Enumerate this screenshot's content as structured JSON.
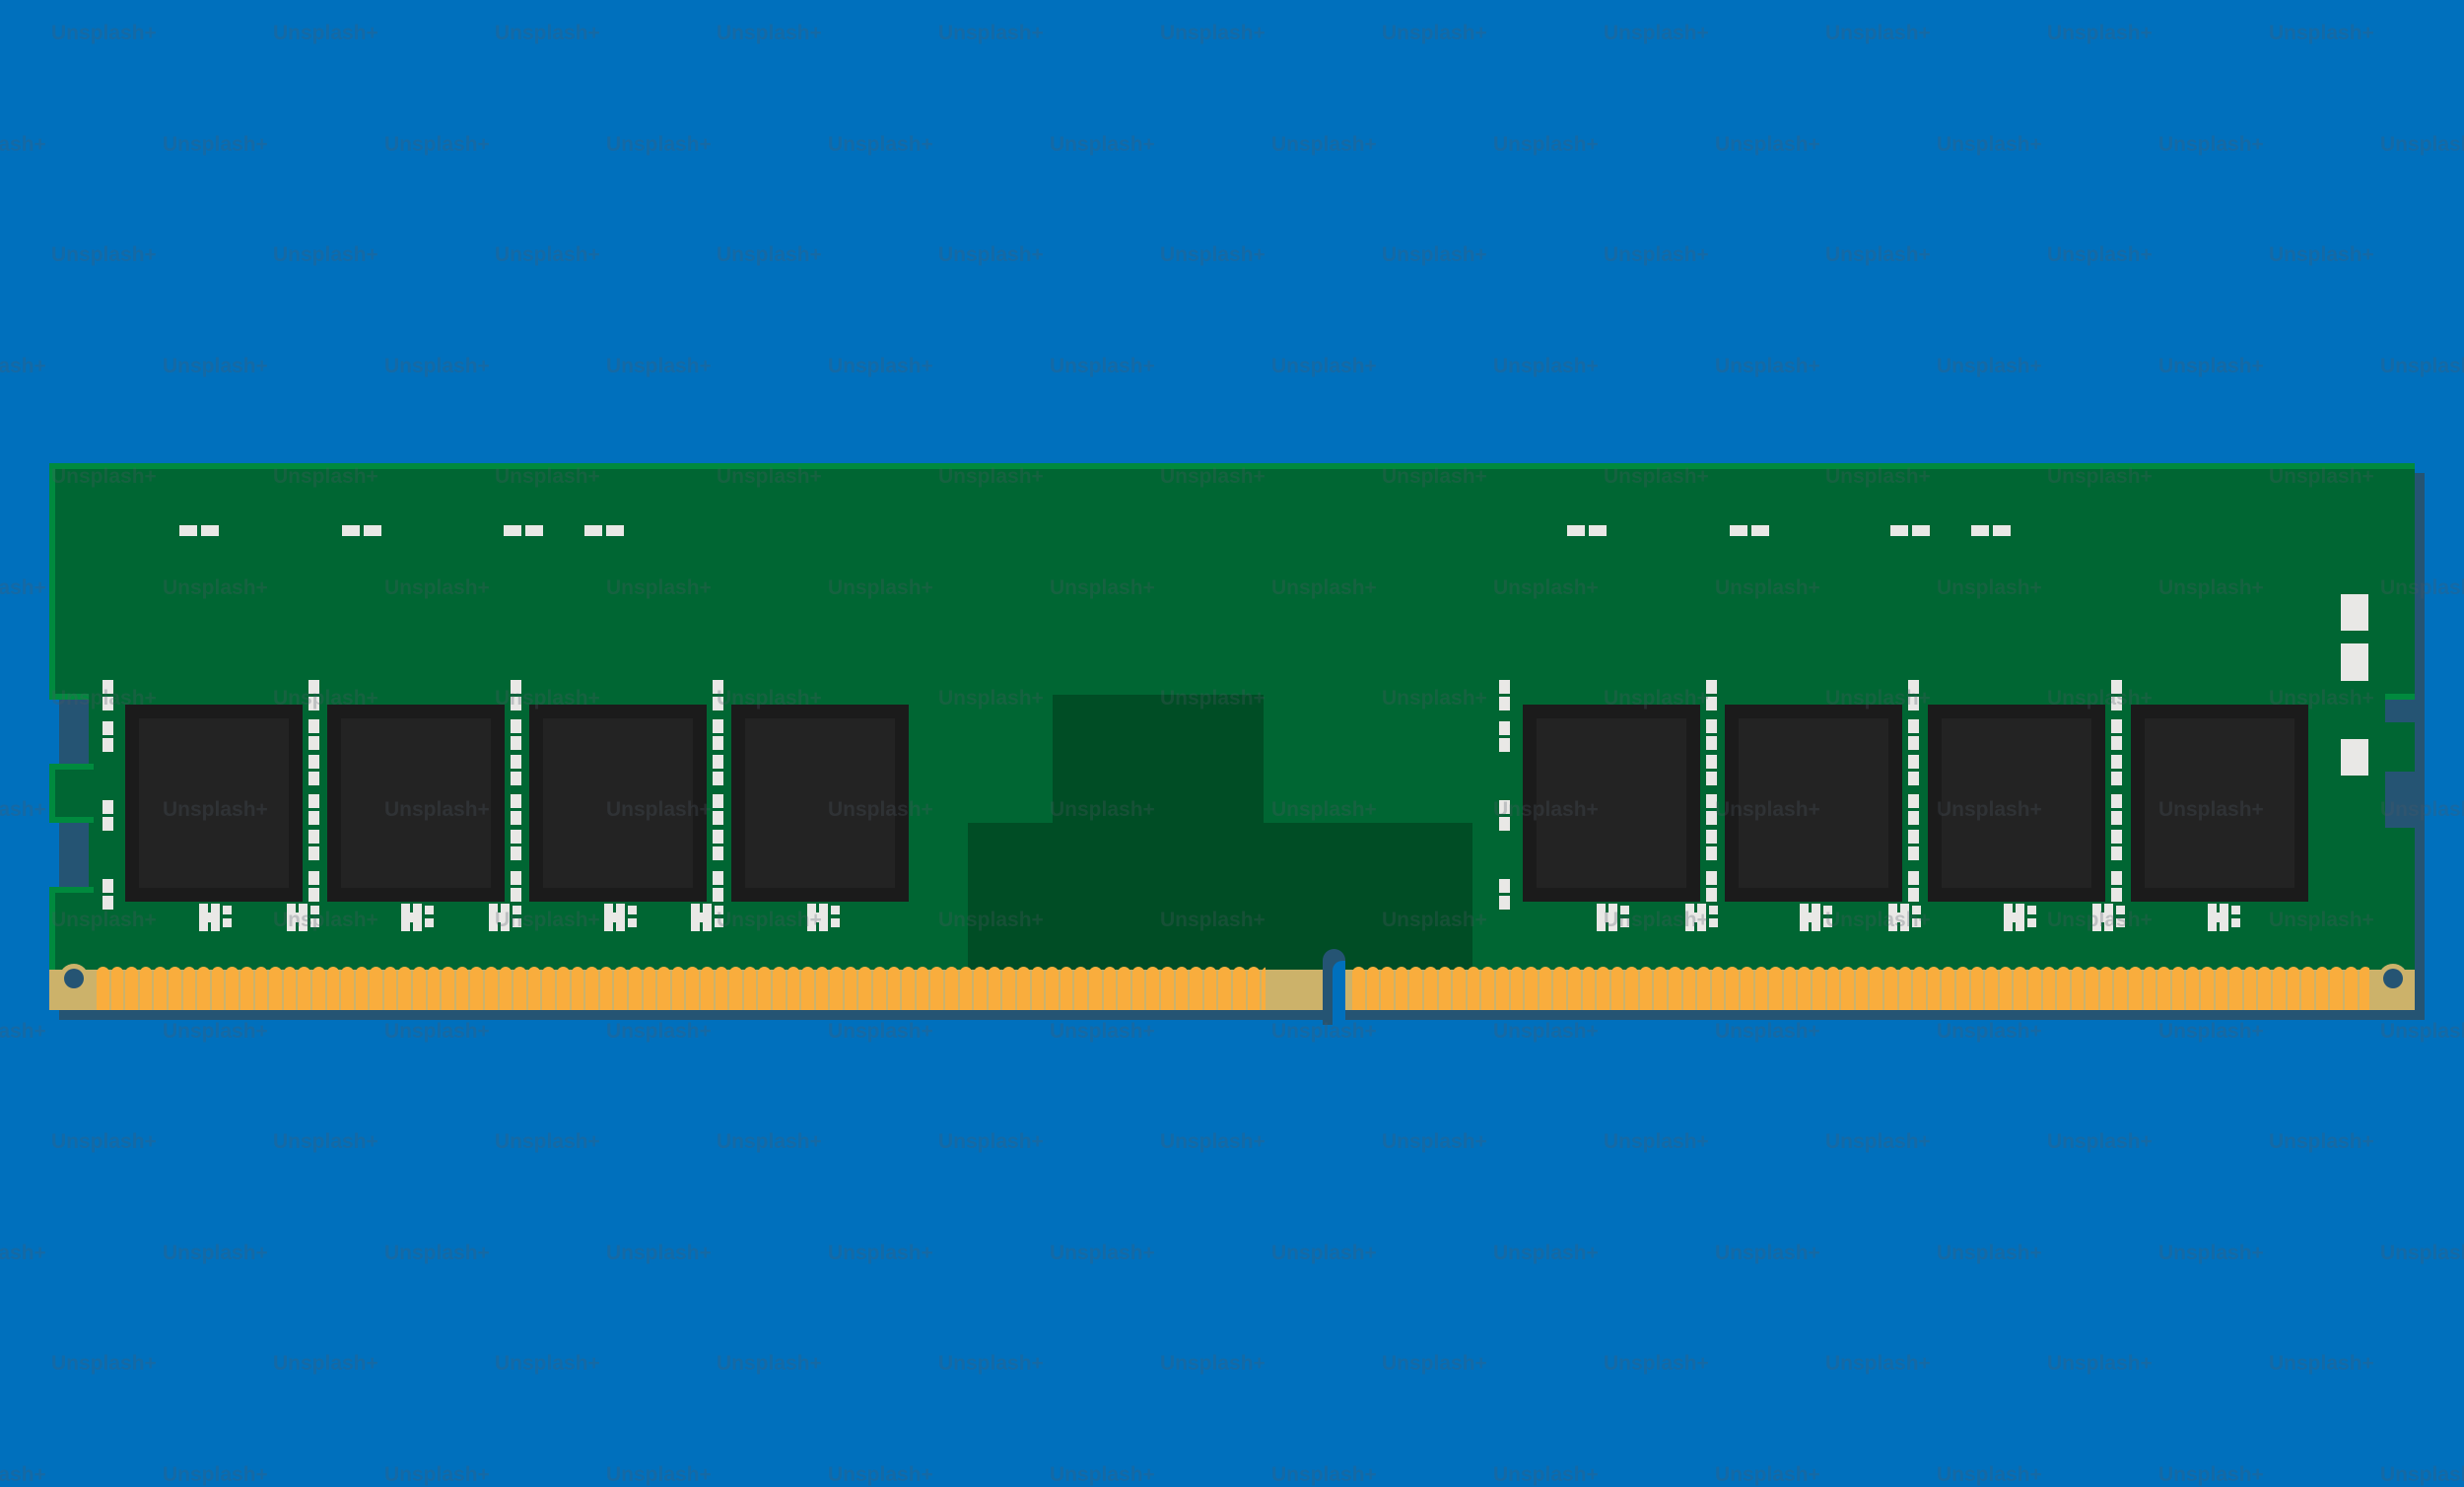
{
  "image": {
    "subject": "DDR RAM memory module illustration",
    "background_color": "#0070bd",
    "pcb_color": "#006633",
    "pcb_edge_color": "#008a3e",
    "chip_color": "#1b1b1b",
    "gold_contact_color": "#f9ad3d",
    "shadow_color": "#255473"
  },
  "watermark": {
    "text": "Unsplash+"
  },
  "module": {
    "chips_left_count": 4,
    "chips_right_count": 4,
    "side_pads_count": 3
  }
}
